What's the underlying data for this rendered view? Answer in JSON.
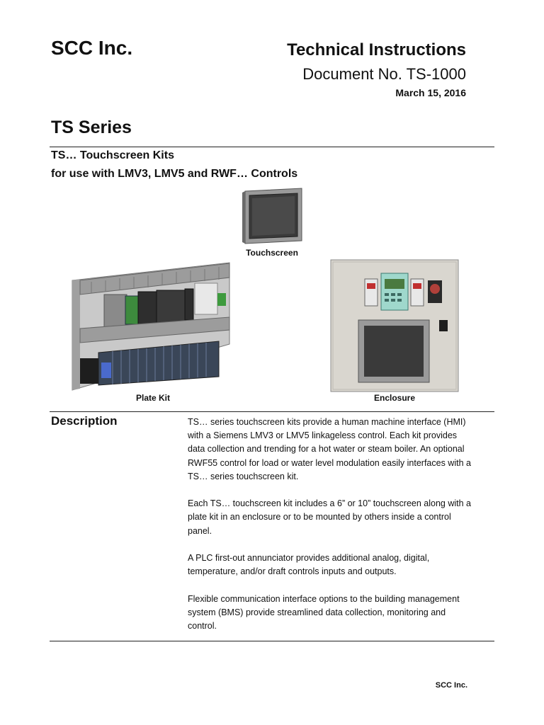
{
  "header": {
    "company": "SCC Inc.",
    "doc_type": "Technical Instructions",
    "doc_number": "Document No. TS-1000",
    "date": "March 15, 2016"
  },
  "series": "TS Series",
  "subtitle": {
    "line1": "TS… Touchscreen Kits",
    "line2": "for use with LMV3, LMV5 and RWF… Controls"
  },
  "figures": {
    "touchscreen_caption": "Touchscreen",
    "plate_kit_caption": "Plate Kit",
    "enclosure_caption": "Enclosure"
  },
  "description": {
    "heading": "Description",
    "paragraphs": [
      "TS… series touchscreen kits provide a human machine interface (HMI) with a Siemens LMV3 or LMV5 linkageless control.  Each kit provides data collection and trending for a hot water or steam boiler.  An optional RWF55 control for load or water level modulation easily interfaces with a TS… series touchscreen kit.",
      "Each TS… touchscreen kit includes a 6” or 10” touchscreen along with a plate kit in an enclosure or to be mounted by others inside a control panel.",
      "A PLC first-out annunciator provides additional analog, digital, temperature, and/or draft controls inputs and outputs.",
      "Flexible communication interface options to the building management system (BMS) provide streamlined data collection, monitoring and control."
    ]
  },
  "footer": {
    "company": "SCC Inc."
  }
}
